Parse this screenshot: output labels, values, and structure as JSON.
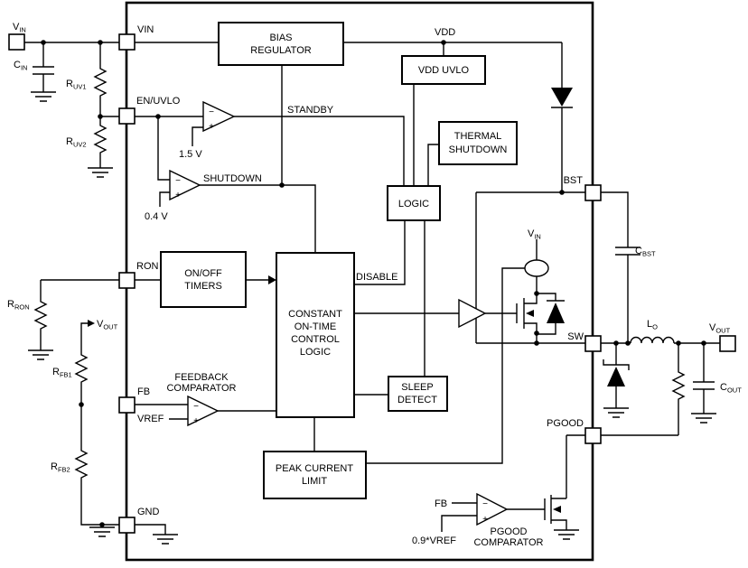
{
  "colors": {
    "background": "#ffffff",
    "line": "#000000",
    "box_fill": "#ffffff"
  },
  "pins": {
    "vin": "VIN",
    "en_uvlo": "EN/UVLO",
    "ron": "RON",
    "fb": "FB",
    "gnd": "GND",
    "vref": "VREF",
    "bst": "BST",
    "sw": "SW",
    "pgood": "PGOOD"
  },
  "blocks": {
    "bias_regulator": [
      "BIAS",
      "REGULATOR"
    ],
    "vdd_uvlo": [
      "VDD UVLO"
    ],
    "thermal_shutdown": [
      "THERMAL",
      "SHUTDOWN"
    ],
    "logic": [
      "LOGIC"
    ],
    "on_off_timers": [
      "ON/OFF",
      "TIMERS"
    ],
    "cot_control": [
      "CONSTANT",
      "ON-TIME",
      "CONTROL",
      "LOGIC"
    ],
    "sleep_detect": [
      "SLEEP",
      "DETECT"
    ],
    "peak_current_limit": [
      "PEAK CURRENT",
      "LIMIT"
    ]
  },
  "signals": {
    "standby": "STANDBY",
    "shutdown": "SHUTDOWN",
    "disable": "DISABLE",
    "vdd": "VDD"
  },
  "references": {
    "standby_threshold": "1.5 V",
    "shutdown_threshold": "0.4 V",
    "pgood_threshold": "0.9*VREF",
    "pgood_fb": "FB"
  },
  "comparator_labels": {
    "feedback": [
      "FEEDBACK",
      "COMPARATOR"
    ],
    "pgood": [
      "PGOOD",
      "COMPARATOR"
    ]
  },
  "polarity": {
    "minus": "−",
    "plus": "+"
  },
  "nets": {
    "vin": {
      "main": "V",
      "sub": "IN"
    },
    "vout": {
      "main": "V",
      "sub": "OUT"
    }
  },
  "components": {
    "cin": {
      "main": "C",
      "sub": "IN"
    },
    "ruv1": {
      "main": "R",
      "sub": "UV1"
    },
    "ruv2": {
      "main": "R",
      "sub": "UV2"
    },
    "rron": {
      "main": "R",
      "sub": "RON"
    },
    "rfb1": {
      "main": "R",
      "sub": "FB1"
    },
    "rfb2": {
      "main": "R",
      "sub": "FB2"
    },
    "cbst": {
      "main": "C",
      "sub": "BST"
    },
    "lo": {
      "main": "L",
      "sub": "O"
    },
    "cout": {
      "main": "C",
      "sub": "OUT"
    }
  }
}
